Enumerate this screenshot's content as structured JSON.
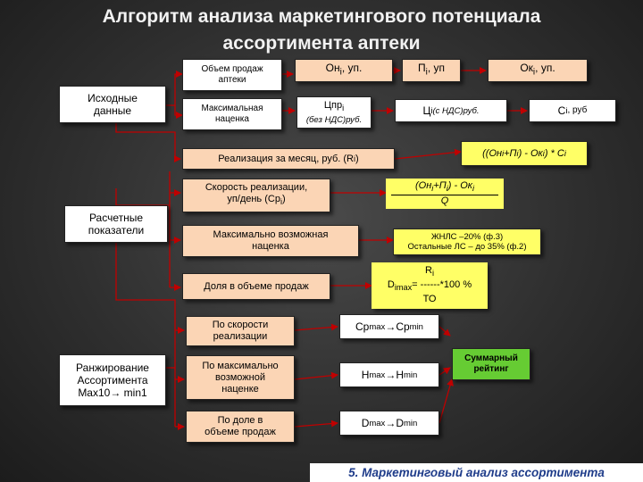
{
  "title": {
    "line1": "Алгоритм анализа маркетингового потенциала",
    "line2": "ассортимента аптеки"
  },
  "left": {
    "initial": {
      "line1": "Исходные",
      "line2": "данные"
    },
    "calculated": {
      "line1": "Расчетные",
      "line2": "показатели"
    },
    "ranking": {
      "line1": "Ранжирование",
      "line2": "Ассортимента",
      "line3": "Max10→ min1"
    }
  },
  "initial_data": {
    "sales_volume": {
      "line1": "Объем продаж",
      "line2": "аптеки"
    },
    "markup": {
      "line1": "Максимальная",
      "line2": "наценка"
    },
    "on": {
      "main": "Он",
      "sub": "i",
      "unit": ", уп."
    },
    "p": {
      "main": "П",
      "sub": "i",
      "unit": ", уп"
    },
    "ok": {
      "main": "Ок",
      "sub": "i",
      "unit": ", уп."
    },
    "cpr": {
      "main": "Цпр",
      "sub": "i",
      "note": "(без НДС)руб."
    },
    "c": {
      "main": "Ц",
      "sub": "i",
      "note": "(с НДС)руб."
    },
    "ci": {
      "main": "С",
      "sub": "i",
      "unit": ", руб"
    }
  },
  "calculated_rows": {
    "monthly": {
      "text": "Реализация за месяц, руб. (R",
      "sub": "i",
      "close": ")"
    },
    "speed": {
      "line1": "Скорость реализации,",
      "line2": "уп/день (Ср",
      "sub": "i",
      "close": ")"
    },
    "max_markup": {
      "line1": "Максимально возможная",
      "line2": "наценка"
    },
    "share": {
      "text": "Доля в объеме продаж"
    }
  },
  "formulas": {
    "monthly": {
      "text": "((Он",
      "s1": "i",
      "t2": "+П",
      "s2": "i",
      "t3": ") - Ок",
      "s3": "i",
      "t4": ") * С",
      "s4": "i"
    },
    "speed": {
      "text": "(Он",
      "s1": "i",
      "t2": "+П",
      "s2": "i",
      "t3": ") - Ок",
      "s3": "i",
      "denominator": "Q"
    },
    "markup": {
      "line1": "ЖНЛС –20% (ф.3)",
      "line2": "Остальные ЛС – до 35% (ф.2)"
    },
    "share": {
      "numerator": "R",
      "num_sub": "i",
      "lhs": "D",
      "lhs_sub": "imax",
      "mid": "= ------*100 %",
      "denominator": "ТО"
    }
  },
  "ranking_rows": {
    "by_speed": {
      "line1": "По скорости",
      "line2": "реализации"
    },
    "by_markup": {
      "line1": "По максимально",
      "line2": "возможной",
      "line3": "наценке"
    },
    "by_share": {
      "line1": "По доле в",
      "line2": "объеме продаж"
    }
  },
  "ranking_results": {
    "cp": {
      "a": "Ср",
      "as": "max",
      "arrow": "→",
      "b": "Ср",
      "bs": "min"
    },
    "h": {
      "a": "H",
      "as": "max",
      "arrow": "→",
      "b": "H",
      "bs": "min"
    },
    "d": {
      "a": "D",
      "as": "max",
      "arrow": "→",
      "b": "D",
      "bs": "min"
    }
  },
  "summary": {
    "line1": "Суммарный",
    "line2": "рейтинг"
  },
  "caption": "5. Маркетинговый анализ ассортимента"
}
